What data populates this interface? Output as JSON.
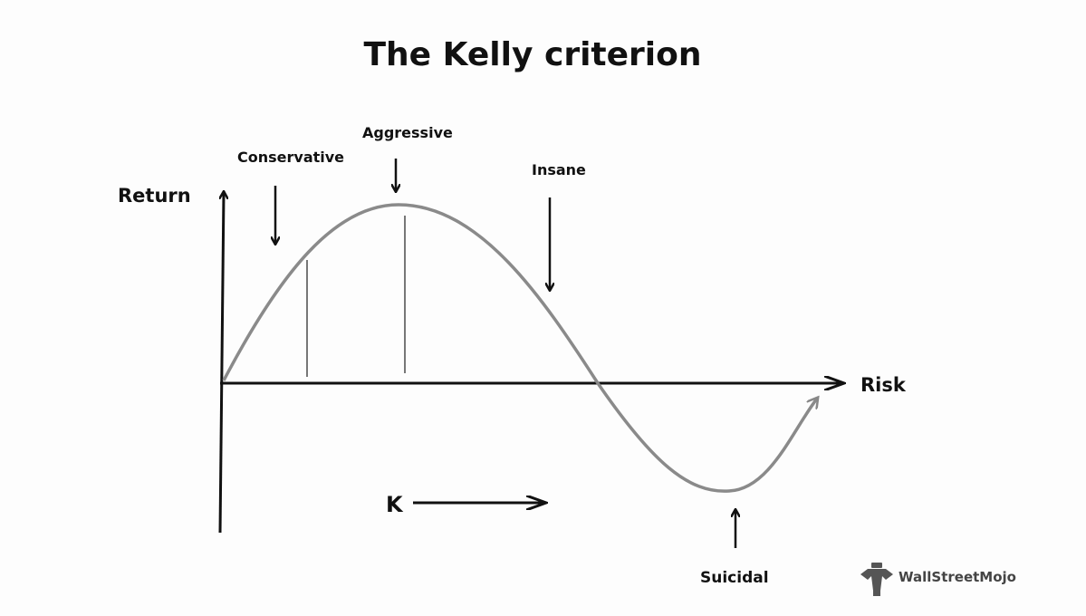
{
  "title": "The Kelly criterion",
  "axes": {
    "y_label": "Return",
    "x_label": "Risk"
  },
  "annotations": {
    "conservative": "Conservative",
    "aggressive": "Aggressive",
    "insane": "Insane",
    "suicidal": "Suicidal",
    "k": "K"
  },
  "logo": {
    "text": "WallStreetMojo"
  },
  "colors": {
    "curve": "#8a8a8a",
    "axis": "#111111",
    "text": "#111111"
  }
}
